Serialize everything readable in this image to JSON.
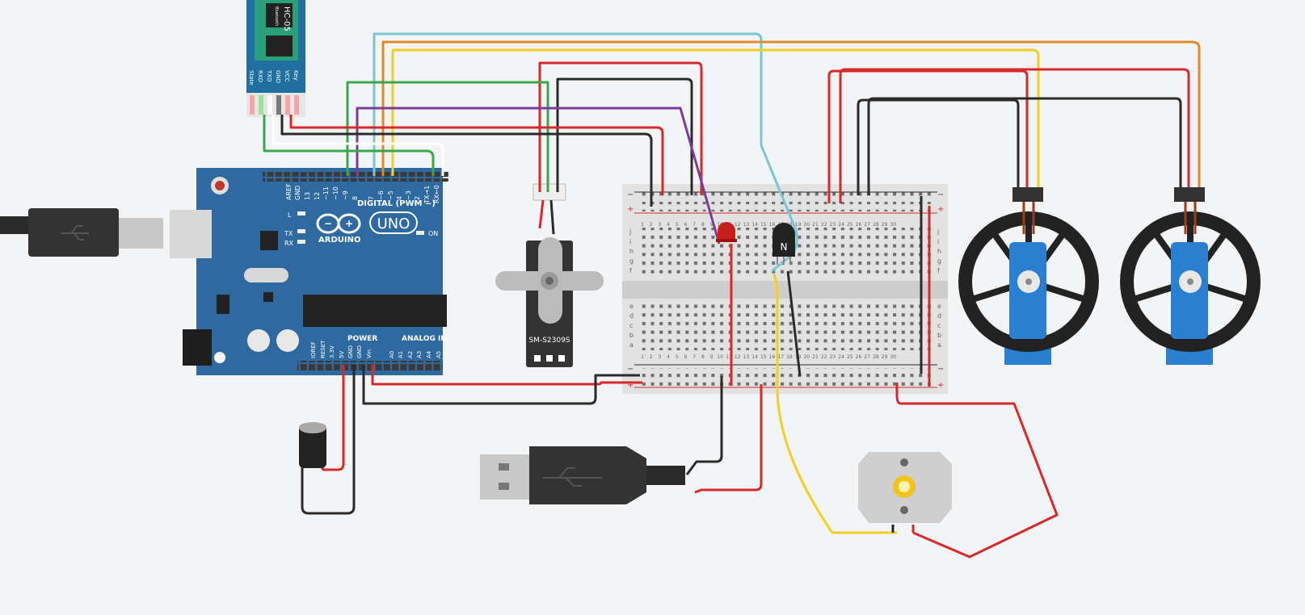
{
  "bluetooth": {
    "model": "HC-05",
    "sub": "Bluetooth",
    "pins": [
      "State",
      "RXD",
      "TXD",
      "GND",
      "VCC",
      "Key"
    ]
  },
  "arduino": {
    "brand": "ARDUINO",
    "model": "UNO",
    "digital_label": "DIGITAL (PWM ~)",
    "power_label": "POWER",
    "analog_label": "ANALOG IN",
    "on_label": "ON",
    "l_label": "L",
    "tx_label": "TX",
    "rx_label": "RX",
    "digital_pins": [
      "AREF",
      "GND",
      "13",
      "12",
      "~11",
      "~10",
      "~9",
      "8",
      "7",
      "~6",
      "~5",
      "4",
      "~3",
      "2",
      "TX→1",
      "RX←0"
    ],
    "power_pins": [
      "IOREF",
      "RESET",
      "3.3V",
      "5V",
      "GND",
      "GND",
      "Vin"
    ],
    "analog_pins": [
      "A0",
      "A1",
      "A2",
      "A3",
      "A4",
      "A5"
    ]
  },
  "servo": {
    "model": "SM-S2309S"
  },
  "transistor": {
    "label": "N"
  },
  "breadboard": {
    "plus": "+",
    "minus": "−",
    "rows_top": [
      "j",
      "i",
      "h",
      "g",
      "f"
    ],
    "rows_bottom": [
      "e",
      "d",
      "c",
      "b",
      "a"
    ],
    "columns": [
      "1",
      "2",
      "3",
      "4",
      "5",
      "6",
      "7",
      "8",
      "9",
      "10",
      "11",
      "12",
      "13",
      "14",
      "15",
      "16",
      "17",
      "18",
      "19",
      "20",
      "21",
      "22",
      "23",
      "24",
      "25",
      "26",
      "27",
      "28",
      "29",
      "30"
    ]
  },
  "colors": {
    "red": "#d42a2a",
    "black": "#2a2a2a",
    "green": "#3aa84a",
    "purple": "#7a3d98",
    "cyan": "#7ac7d4",
    "orange": "#e08a2a",
    "yellow": "#f0d020",
    "arduino_blue": "#2e6aa0",
    "servo_blue": "#2a7fd0"
  }
}
